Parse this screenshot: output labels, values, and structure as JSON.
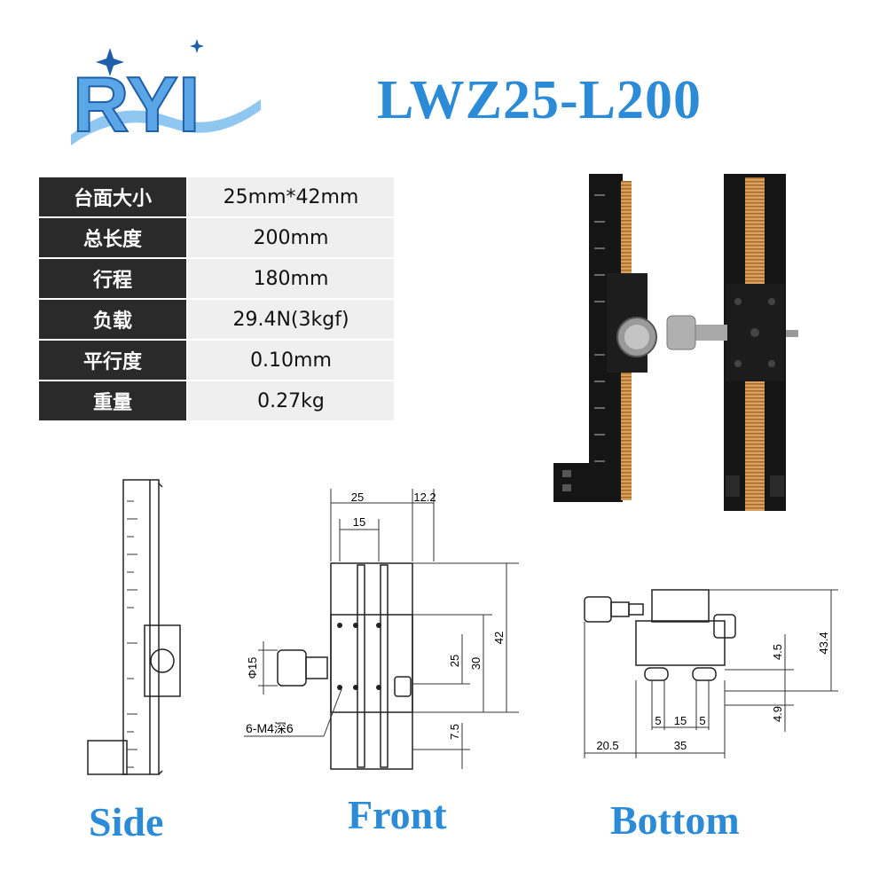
{
  "brand": {
    "logo_text": "RYI",
    "colors": {
      "blue_light": "#8fc7f0",
      "blue_dark": "#1f5fa8"
    }
  },
  "model": "LWZ25-L200",
  "specs": [
    {
      "key": "台面大小",
      "value": "25mm*42mm"
    },
    {
      "key": "总长度",
      "value": "200mm"
    },
    {
      "key": "行程",
      "value": "180mm"
    },
    {
      "key": "负载",
      "value": "29.4N(3kgf)"
    },
    {
      "key": "平行度",
      "value": "0.10mm"
    },
    {
      "key": "重量",
      "value": "0.27kg"
    }
  ],
  "front_dims": {
    "d25": "25",
    "d12_2": "12.2",
    "d15": "15",
    "phi15": "Φ15",
    "d25v": "25",
    "d30": "30",
    "d42": "42",
    "d7_5": "7.5",
    "hole_note": "6-M4深6"
  },
  "bottom_dims": {
    "d4_5": "4.5",
    "d43_4": "43.4",
    "d4_9": "4.9",
    "d5a": "5",
    "d15": "15",
    "d5b": "5",
    "d20_5": "20.5",
    "d35": "35"
  },
  "views": {
    "side": "Side",
    "front": "Front",
    "bottom": "Bottom"
  },
  "colors": {
    "title": "#2b8bd6",
    "table_key_bg": "#2a2a2a",
    "table_val_bg": "#efefef"
  }
}
